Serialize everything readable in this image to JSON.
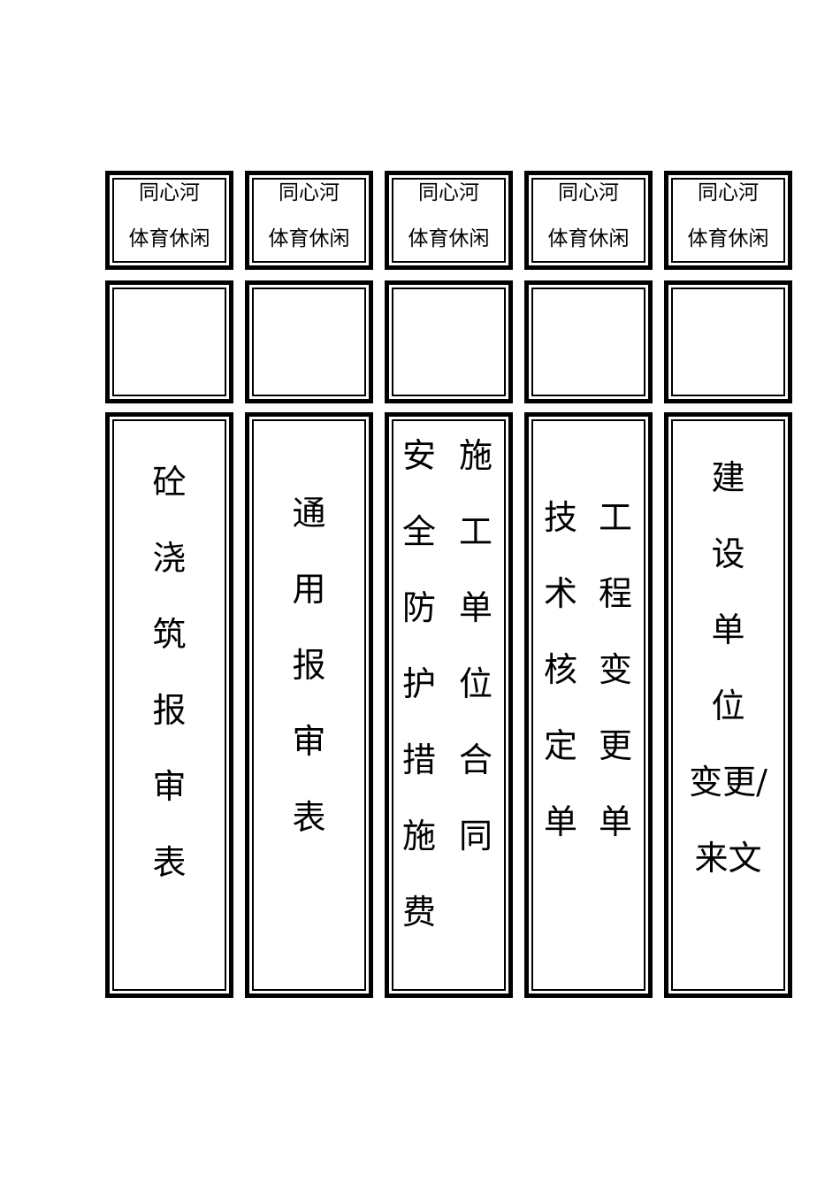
{
  "spines": [
    {
      "header": {
        "line1": "同心河",
        "line2": "体育休闲"
      },
      "columns": [
        [
          "砼",
          "浇",
          "筑",
          "报",
          "审",
          "表"
        ]
      ]
    },
    {
      "header": {
        "line1": "同心河",
        "line2": "体育休闲"
      },
      "columns": [
        [
          "通",
          "用",
          "报",
          "审",
          "表"
        ]
      ]
    },
    {
      "header": {
        "line1": "同心河",
        "line2": "体育休闲"
      },
      "columns": [
        [
          "安",
          "全",
          "防",
          "护",
          "措",
          "施",
          "费"
        ],
        [
          "施",
          "工",
          "单",
          "位",
          "合",
          "同"
        ]
      ]
    },
    {
      "header": {
        "line1": "同心河",
        "line2": "体育休闲"
      },
      "columns": [
        [
          "技",
          "术",
          "核",
          "定",
          "单"
        ],
        [
          "工",
          "程",
          "变",
          "更",
          "单"
        ]
      ]
    },
    {
      "header": {
        "line1": "同心河",
        "line2": "体育休闲"
      },
      "columns": [
        [
          "建",
          "设",
          "单",
          "位",
          "变更/",
          "来文"
        ]
      ]
    }
  ]
}
